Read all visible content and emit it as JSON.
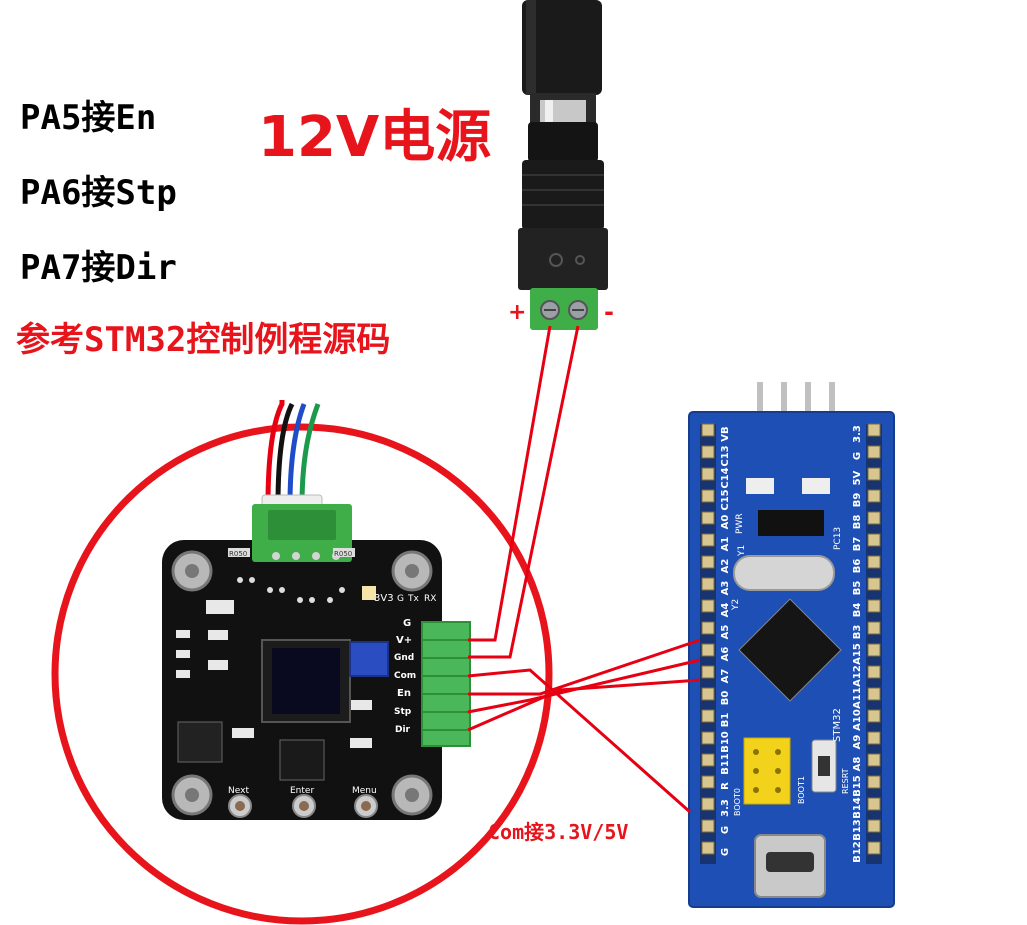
{
  "pin_notes": [
    "PA5接En",
    "PA6接Stp",
    "PA7接Dir"
  ],
  "reference_note": "参考STM32控制例程源码",
  "power_title": "12V电源",
  "polarity": {
    "plus": "+",
    "minus": "-"
  },
  "com_note": "Com接3.3V/5V",
  "driver_board": {
    "header_labels": [
      "3V3",
      "G",
      "Tx",
      "RX"
    ],
    "side_pins": [
      "G",
      "V+",
      "Gnd",
      "Com",
      "En",
      "Stp",
      "Dir"
    ],
    "buttons": [
      "Next",
      "Enter",
      "Menu"
    ],
    "chip_labels": [
      "R050",
      "R050"
    ]
  },
  "stm32_board": {
    "left_pins": [
      "VB",
      "C13",
      "C14",
      "C15",
      "A0",
      "A1",
      "A2",
      "A3",
      "A4",
      "A5",
      "A6",
      "A7",
      "B0",
      "B1",
      "B10",
      "B11",
      "R",
      "3.3",
      "G",
      "G"
    ],
    "right_pins": [
      "3.3",
      "G",
      "5V",
      "B9",
      "B8",
      "B7",
      "B6",
      "B5",
      "B4",
      "B3",
      "A15",
      "A12",
      "A11",
      "A10",
      "A9",
      "A8",
      "B15",
      "B14",
      "B13",
      "B12"
    ],
    "silk_labels": [
      "PWR",
      "PC13",
      "Y2",
      "Y1",
      "STM32",
      "RESRT",
      "BOOT0",
      "BOOT1"
    ]
  },
  "colors": {
    "annotation_red": "#e8141c",
    "wire_red": "#e60012",
    "board_black": "#111111",
    "stm32_blue": "#1e4fb5",
    "terminal_green": "#3fae49"
  }
}
